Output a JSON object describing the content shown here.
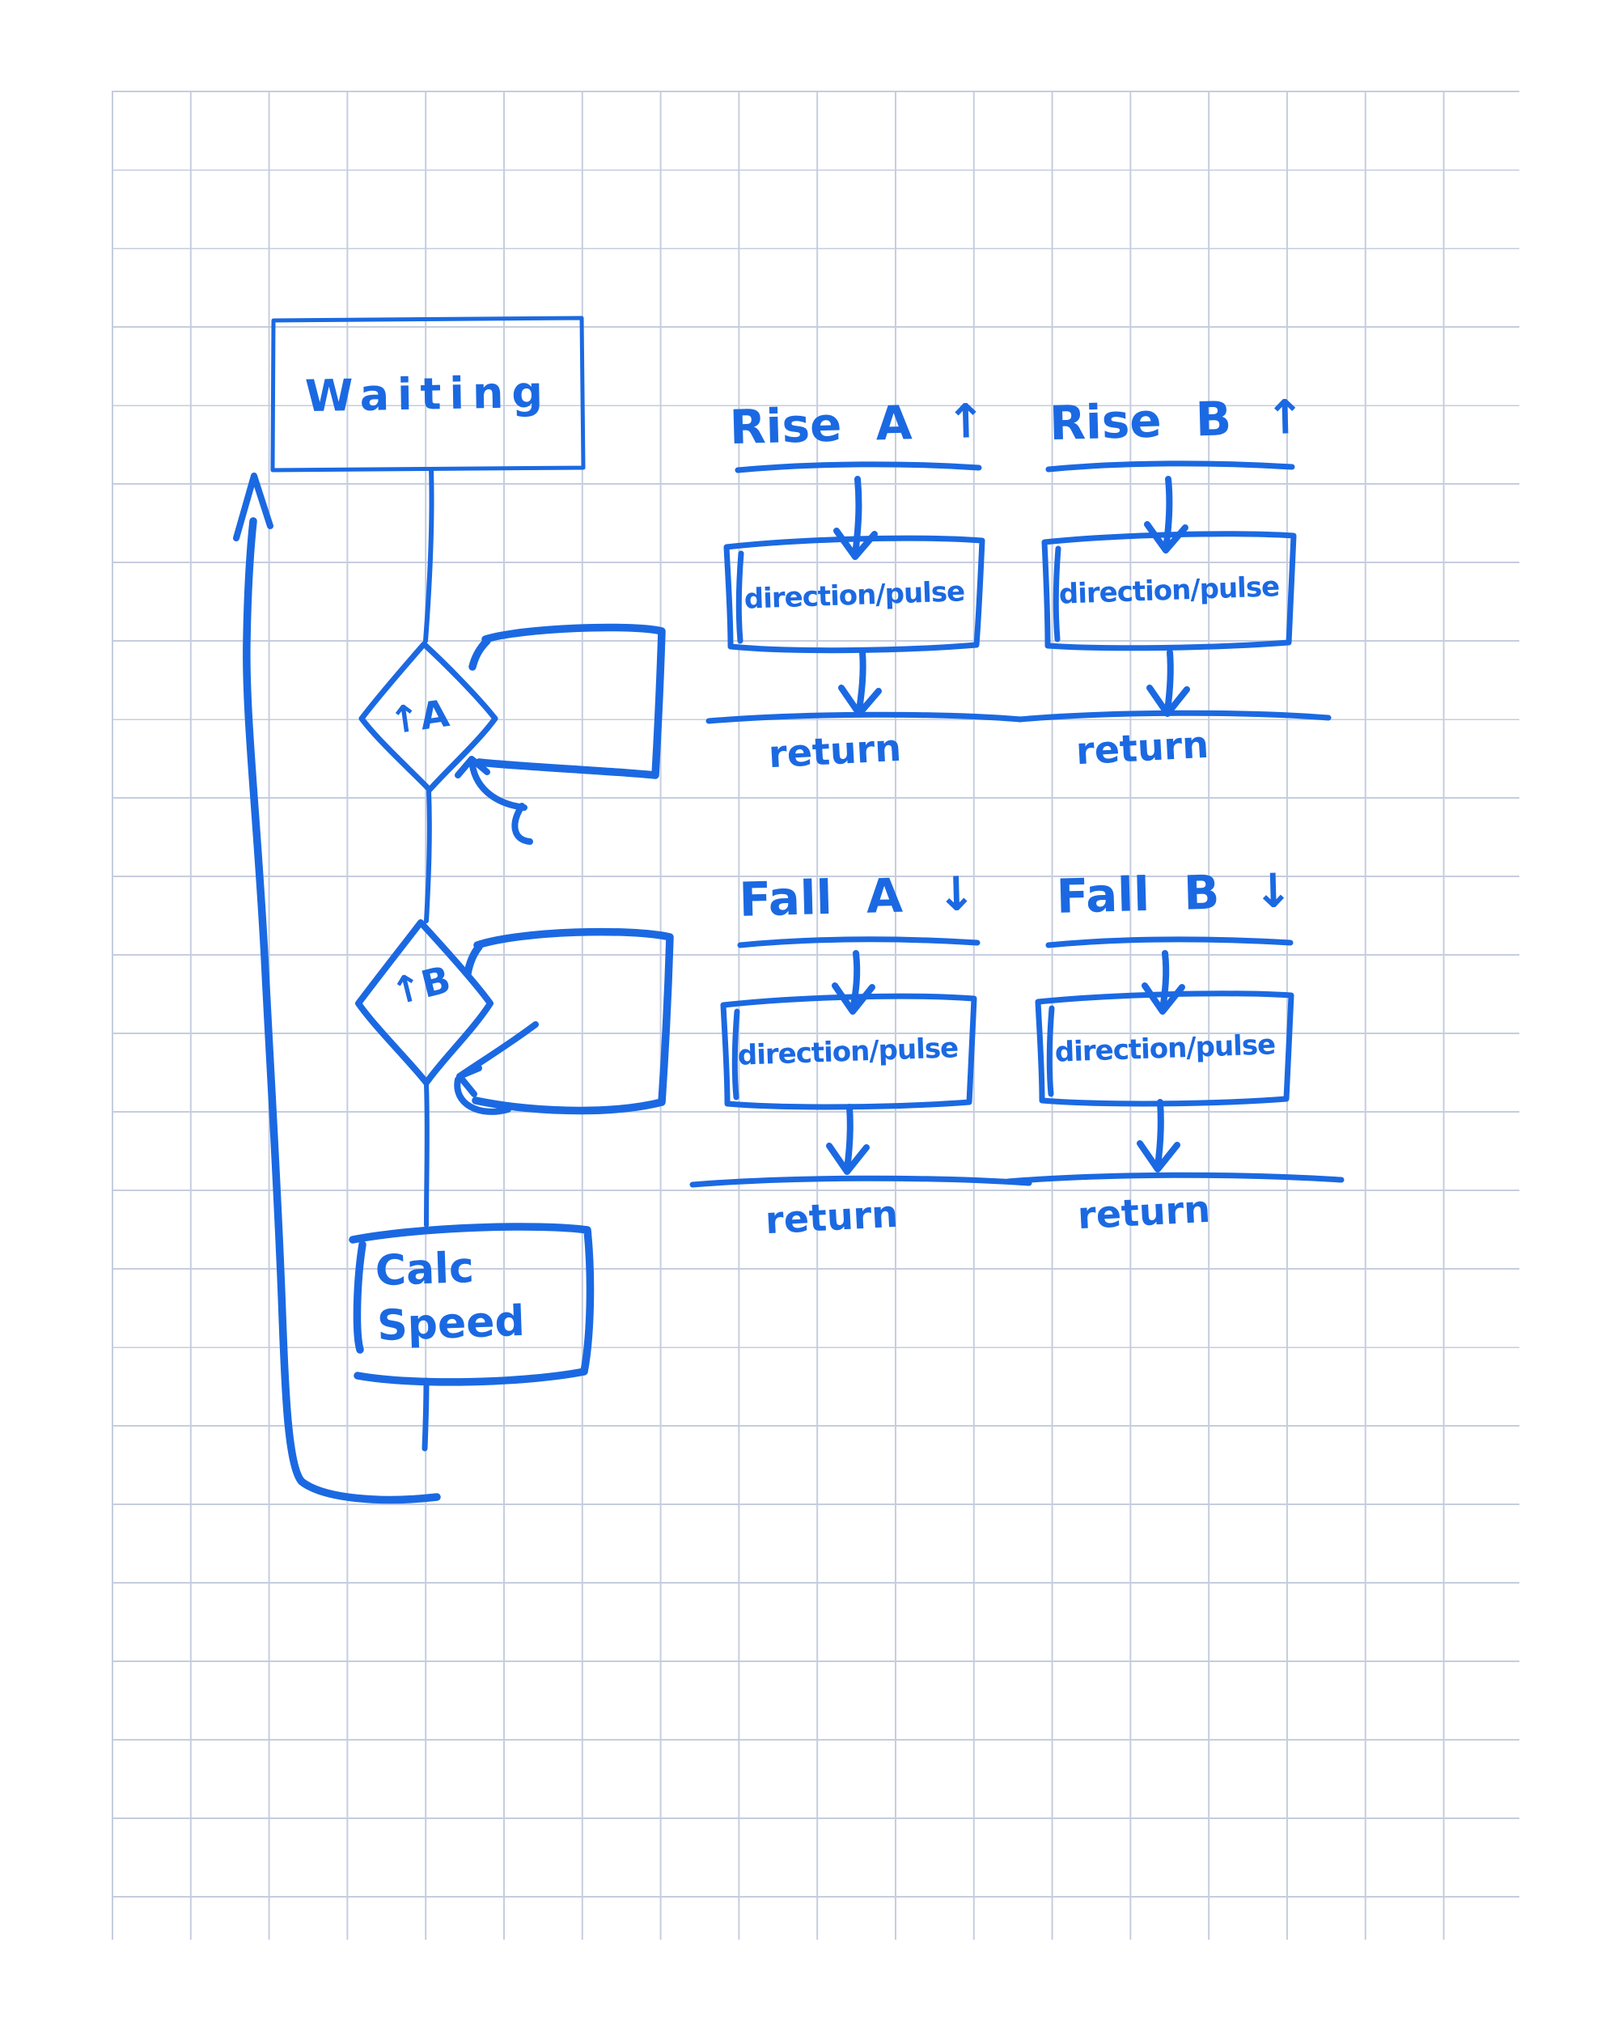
{
  "canvas": {
    "background": "#ffffff",
    "ink_color": "#1b69e2",
    "grid_color": "#c5cdde"
  },
  "main_flow": {
    "waiting_label": "Waiting",
    "decision_a_label": "↑A",
    "decision_b_label": "↑B",
    "calc_line1": "Calc",
    "calc_line2": "Speed"
  },
  "handlers": [
    {
      "id": "rise-a",
      "title": "Rise A ↑",
      "box_label": "direction/pulse",
      "return_label": "return"
    },
    {
      "id": "rise-b",
      "title": "Rise B ↑",
      "box_label": "direction/pulse",
      "return_label": "return"
    },
    {
      "id": "fall-a",
      "title": "Fall A ↓",
      "box_label": "direction/pulse",
      "return_label": "return"
    },
    {
      "id": "fall-b",
      "title": "Fall B ↓",
      "box_label": "direction/pulse",
      "return_label": "return"
    }
  ]
}
